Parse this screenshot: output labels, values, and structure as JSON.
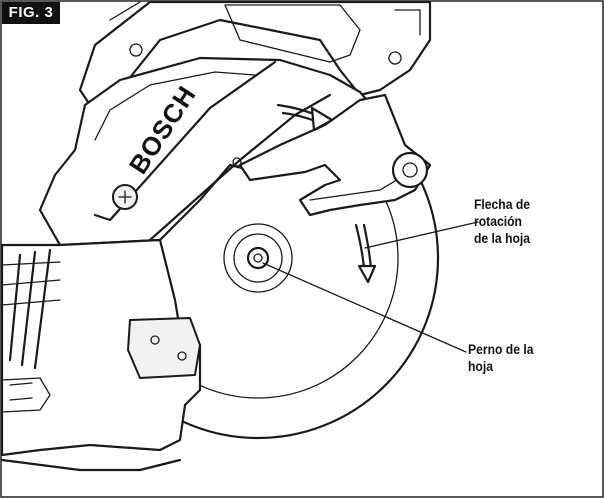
{
  "figure": {
    "label": "FIG. 3"
  },
  "brand": {
    "logo_text": "BOSCH"
  },
  "callouts": {
    "rotation_arrow": {
      "lines": [
        "Flecha de",
        "rotación",
        "de la hoja"
      ]
    },
    "blade_bolt": {
      "lines": [
        "Perno de la",
        "hoja"
      ]
    }
  }
}
